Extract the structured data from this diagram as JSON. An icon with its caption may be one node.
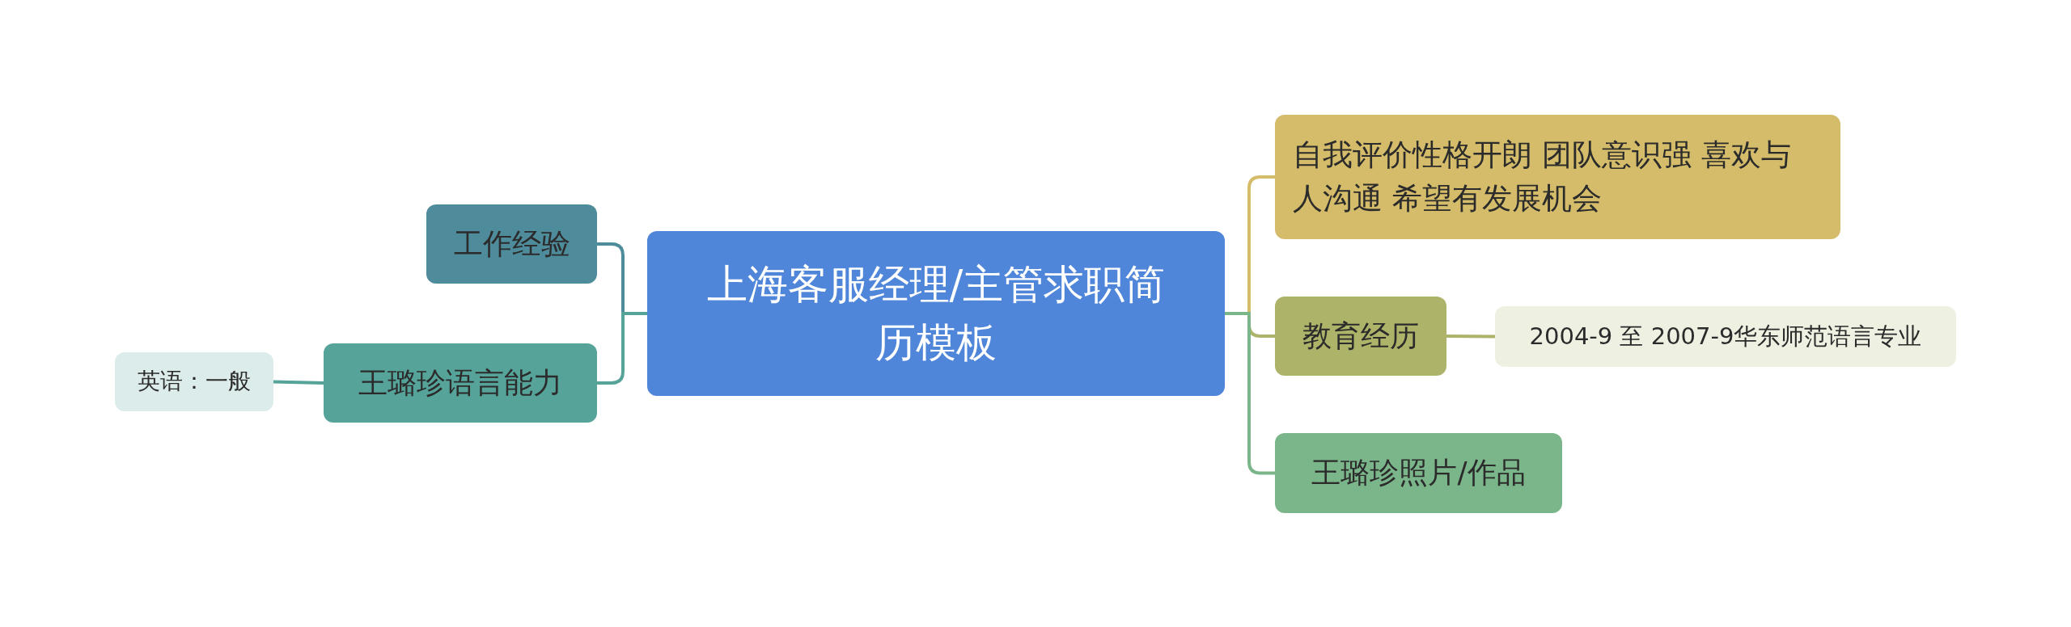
{
  "diagram": {
    "nodes": [
      {
        "text": [
          "上海客服经理/主管求职简历模板"
        ]
      },
      {
        "text": [
          "工作经验"
        ]
      },
      {
        "text": [
          "王璐珍语言能力"
        ]
      },
      {
        "text": [
          "英语：一般"
        ]
      },
      {
        "text": [
          "自我评价性格开朗 团队意识强 喜欢与人沟通 希望有发展机会"
        ]
      },
      {
        "text": [
          "教育经历"
        ]
      },
      {
        "text": [
          "2004-9 至 2007-9华东师范语言专业"
        ]
      },
      {
        "text": [
          "王璐珍照片/作品"
        ]
      }
    ],
    "edges": [
      {
        "from": 0,
        "to": 1,
        "arrow": "none",
        "color": "#4e8b9b"
      },
      {
        "from": 0,
        "to": 2,
        "arrow": "none",
        "color": "#56a39a"
      },
      {
        "from": 2,
        "to": 3,
        "arrow": "none",
        "color": "#56a39a"
      },
      {
        "from": 0,
        "to": 4,
        "arrow": "none",
        "color": "#d4bc6a"
      },
      {
        "from": 0,
        "to": 5,
        "arrow": "none",
        "color": "#adb368"
      },
      {
        "from": 5,
        "to": 6,
        "arrow": "none",
        "color": "#adb368"
      },
      {
        "from": 0,
        "to": 7,
        "arrow": "none",
        "color": "#7bb58a"
      }
    ]
  }
}
